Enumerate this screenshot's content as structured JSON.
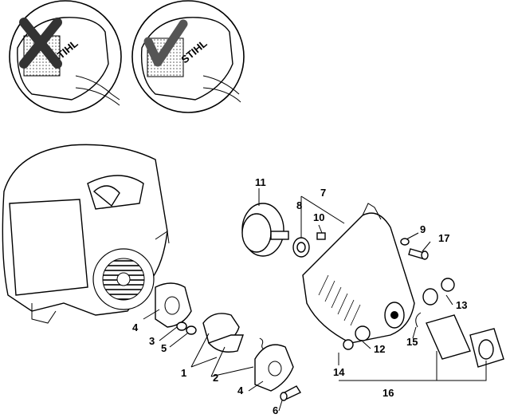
{
  "brand": "STIHL",
  "callouts": {
    "c1": "1",
    "c2": "2",
    "c3": "3",
    "c4a": "4",
    "c4b": "4",
    "c5": "5",
    "c6": "6",
    "c7": "7",
    "c8": "8",
    "c9": "9",
    "c10": "10",
    "c11": "11",
    "c12": "12",
    "c13": "13",
    "c14": "14",
    "c15": "15",
    "c16": "16",
    "c17": "17"
  },
  "inset_marks": {
    "wrong": "incorrect-x-icon",
    "right": "correct-check-icon"
  }
}
